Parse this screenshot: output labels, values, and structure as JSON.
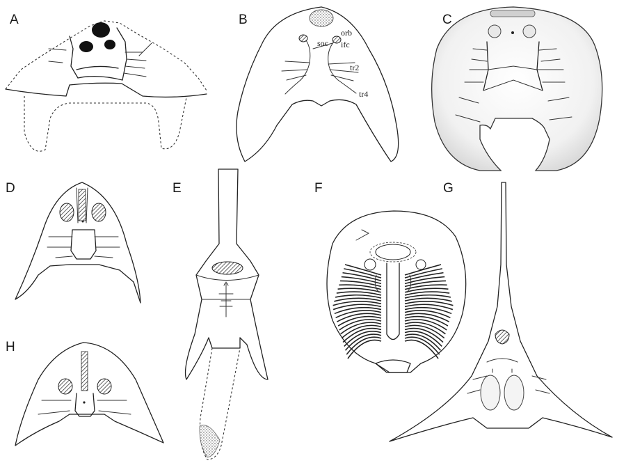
{
  "figure": {
    "panels": [
      {
        "id": "A",
        "label": "A"
      },
      {
        "id": "B",
        "label": "B",
        "annotations": [
          "orb",
          "soc",
          "ifc",
          "tr2",
          "tr4"
        ]
      },
      {
        "id": "C",
        "label": "C"
      },
      {
        "id": "D",
        "label": "D"
      },
      {
        "id": "E",
        "label": "E"
      },
      {
        "id": "F",
        "label": "F"
      },
      {
        "id": "G",
        "label": "G"
      },
      {
        "id": "H",
        "label": "H"
      }
    ]
  },
  "colors": {
    "ink": "#222222",
    "paper": "#ffffff",
    "stipple": "#9a9a9a",
    "shade": "#f0f0f0"
  }
}
